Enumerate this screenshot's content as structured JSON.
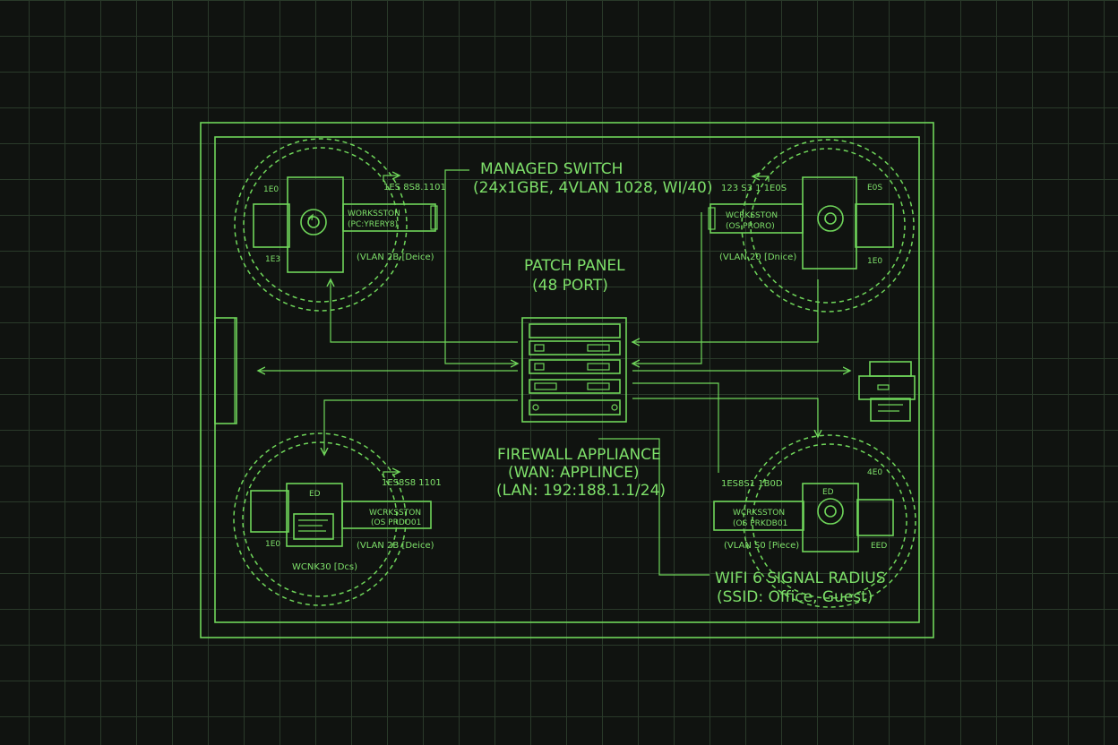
{
  "colors": {
    "background": "#101310",
    "grid": "#2a3a2a",
    "line": "#6fd65a",
    "text": "#7ee06a"
  },
  "labels": {
    "switch_title": "MANAGED SWITCH",
    "switch_detail": "(24x1GBE, 4VLAN 1028, WI/40)",
    "patch_title": "PATCH PANEL",
    "patch_detail": "(48 PORT)",
    "firewall_title": "FIREWALL APPLIANCE",
    "firewall_wan": "(WAN: APPLINCE)",
    "firewall_lan": "(LAN: 192:188.1.1/24)",
    "wifi_title": "WIFI 6 SIGNAL RADIUS",
    "wifi_detail": "(SSID: Office, Guest)"
  },
  "workstations": {
    "top_left": {
      "ip": "1ES 8S8.1101",
      "name": "WORKSSTON",
      "sub": "(PC:YRERY8)",
      "vlan": "(VLAN 2B [Deice)",
      "num_top": "1E0",
      "num_bottom": "1E3"
    },
    "top_right": {
      "ip": "123 S3 1 1E0S",
      "name": "WCRKSSTON",
      "sub": "(OS PRORO)",
      "vlan": "(VLAN 20 [Dnice)",
      "num_top": "E0S",
      "num_bottom": "1E0"
    },
    "bottom_left": {
      "ip": "1ES8S8 1101",
      "name": "WCRKSSTON",
      "sub": "(OS PRDO01",
      "vlan": "(VLAN 2B [Deice)",
      "num_top": "ED",
      "num_bottom": "1E0",
      "caption": "WCNK30 [Dcs)"
    },
    "bottom_right": {
      "ip": "1ES8S1 1B0D",
      "name": "WCRKSSTON",
      "sub": "(OS PRKDB01",
      "vlan": "(VLAN S0 [Piece)",
      "num_top": "4E0",
      "num_bottom": "EED",
      "num_mid": "ED"
    }
  }
}
